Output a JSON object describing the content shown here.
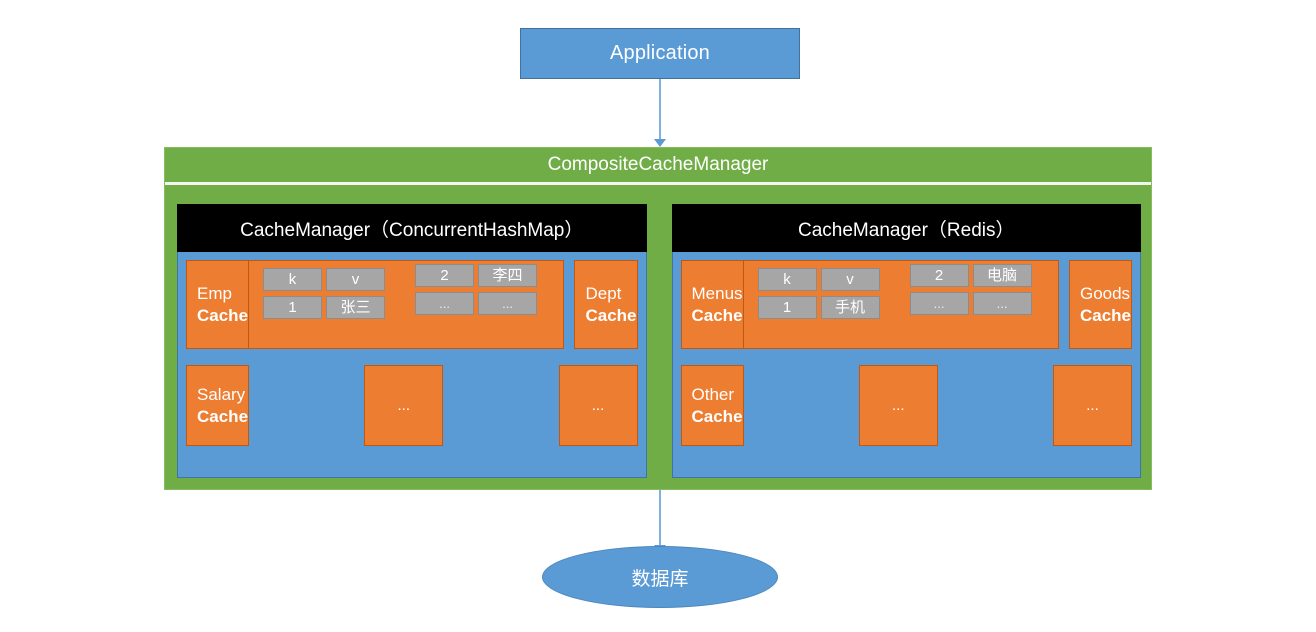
{
  "diagram": {
    "title": "CompositeCacheManager cache architecture",
    "application": {
      "label": "Application"
    },
    "composite": {
      "label": "CompositeCacheManager"
    },
    "database": {
      "label": "数据库"
    },
    "colors": {
      "application_blue": "#5B9BD5",
      "composite_green": "#70AD47",
      "manager_header_black": "#000000",
      "manager_body_blue": "#5B9BD5",
      "cache_orange": "#ED7D31",
      "kv_cell_gray": "#A6A6A6",
      "connector_blue": "#7FB2E0"
    },
    "managers": [
      {
        "title": "CacheManager（ConcurrentHashMap）",
        "top_row": {
          "lead_cache": {
            "name": "Emp",
            "suffix": "Cache"
          },
          "kv_group_1": {
            "header": [
              "k",
              "v"
            ],
            "row": [
              "1",
              "张三"
            ]
          },
          "kv_group_2": {
            "header": [
              "2",
              "李四"
            ],
            "row": [
              "...",
              "..."
            ]
          },
          "trailing_cache": {
            "name": "Dept",
            "suffix": "Cache"
          }
        },
        "bottom_row": {
          "lead_cache": {
            "name": "Salary",
            "suffix": "Cache"
          },
          "placeholders": [
            "...",
            "..."
          ]
        }
      },
      {
        "title": "CacheManager（Redis）",
        "top_row": {
          "lead_cache": {
            "name": "Menus",
            "suffix": "Cache"
          },
          "kv_group_1": {
            "header": [
              "k",
              "v"
            ],
            "row": [
              "1",
              "手机"
            ]
          },
          "kv_group_2": {
            "header": [
              "2",
              "电脑"
            ],
            "row": [
              "...",
              "..."
            ]
          },
          "trailing_cache": {
            "name": "Goods",
            "suffix": "Cache"
          }
        },
        "bottom_row": {
          "lead_cache": {
            "name": "Other",
            "suffix": "Cache"
          },
          "placeholders": [
            "...",
            "..."
          ]
        }
      }
    ]
  }
}
